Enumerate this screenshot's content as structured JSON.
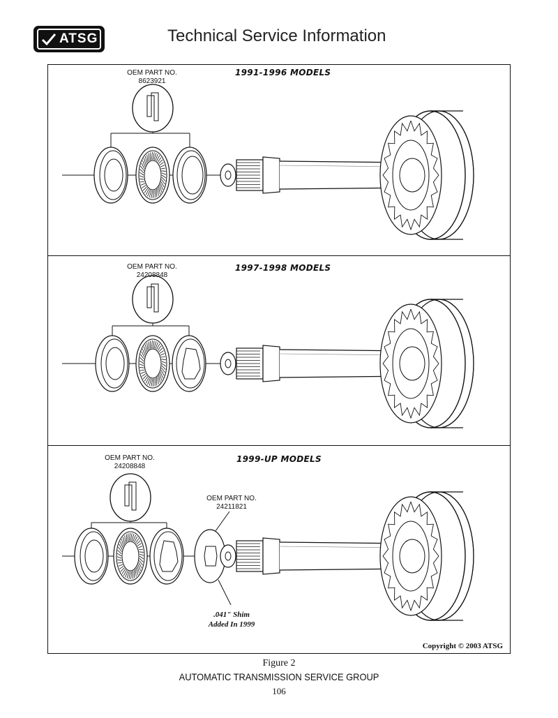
{
  "header": {
    "logo_text": "ATSG",
    "title": "Technical Service Information"
  },
  "panels": [
    {
      "model": "1991-1996 MODELS",
      "oem_label": "OEM PART NO.",
      "oem_number": "8623921"
    },
    {
      "model": "1997-1998 MODELS",
      "oem_label": "OEM PART NO.",
      "oem_number": "24208848"
    },
    {
      "model": "1999-UP MODELS",
      "oem_label": "OEM PART NO.",
      "oem_number": "24208848",
      "shim_oem_label": "OEM PART NO.",
      "shim_oem_number": "24211821",
      "shim_note_line1": ".041\" Shim",
      "shim_note_line2": "Added In 1999",
      "copyright": "Copyright © 2003 ATSG"
    }
  ],
  "footer": {
    "figure": "Figure 2",
    "org": "AUTOMATIC TRANSMISSION SERVICE GROUP",
    "page": "106"
  }
}
